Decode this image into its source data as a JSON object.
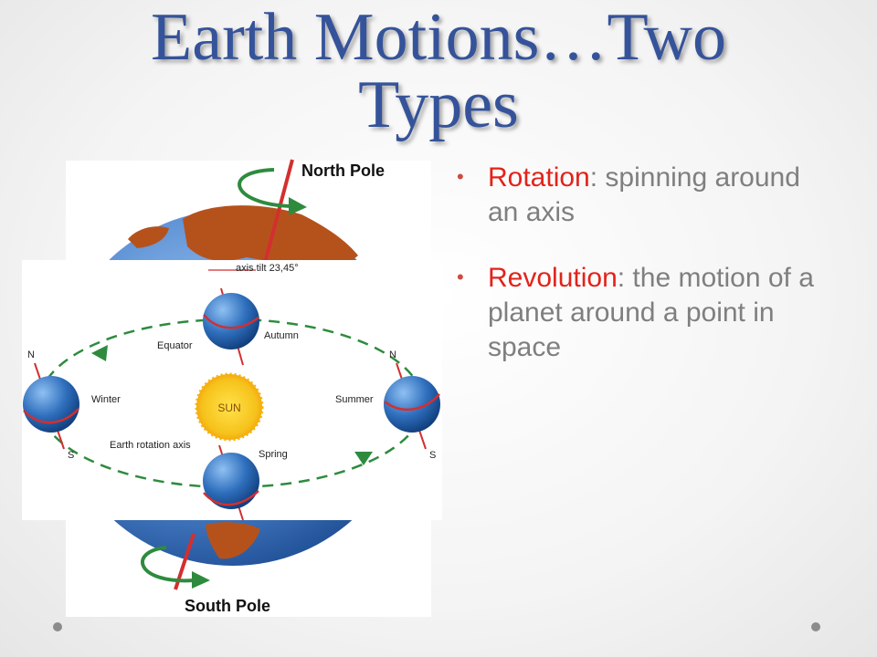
{
  "slide": {
    "title_line1": "Earth Motions…Two",
    "title_line2": "Types"
  },
  "bullets": [
    {
      "term": "Rotation",
      "text": ": spinning around an axis"
    },
    {
      "term": "Revolution",
      "text": ": the motion of a planet around a point in space"
    }
  ],
  "rotation_figure": {
    "north_label": "North Pole",
    "south_label": "South Pole"
  },
  "orbit_figure": {
    "tilt_label": "axis tilt 23,45°",
    "equator_label": "Equator",
    "autumn_label": "Autumn",
    "winter_label": "Winter",
    "summer_label": "Summer",
    "spring_label": "Spring",
    "sun_label": "SUN",
    "axis_label": "Earth rotation axis",
    "n_left": "N",
    "s_left": "S",
    "n_right": "N",
    "s_right": "S"
  },
  "colors": {
    "title": "#35539a",
    "term": "#e2231a",
    "body_text": "#7f7f7f",
    "ocean": "#5b8ed3",
    "land": "#b5521c",
    "axis": "#d32f2f",
    "orbit_arrow": "#2e8b3e",
    "sun": "#f6c21b"
  },
  "icons": [
    "rotation-arrow-icon",
    "orbit-arrow-icon"
  ]
}
